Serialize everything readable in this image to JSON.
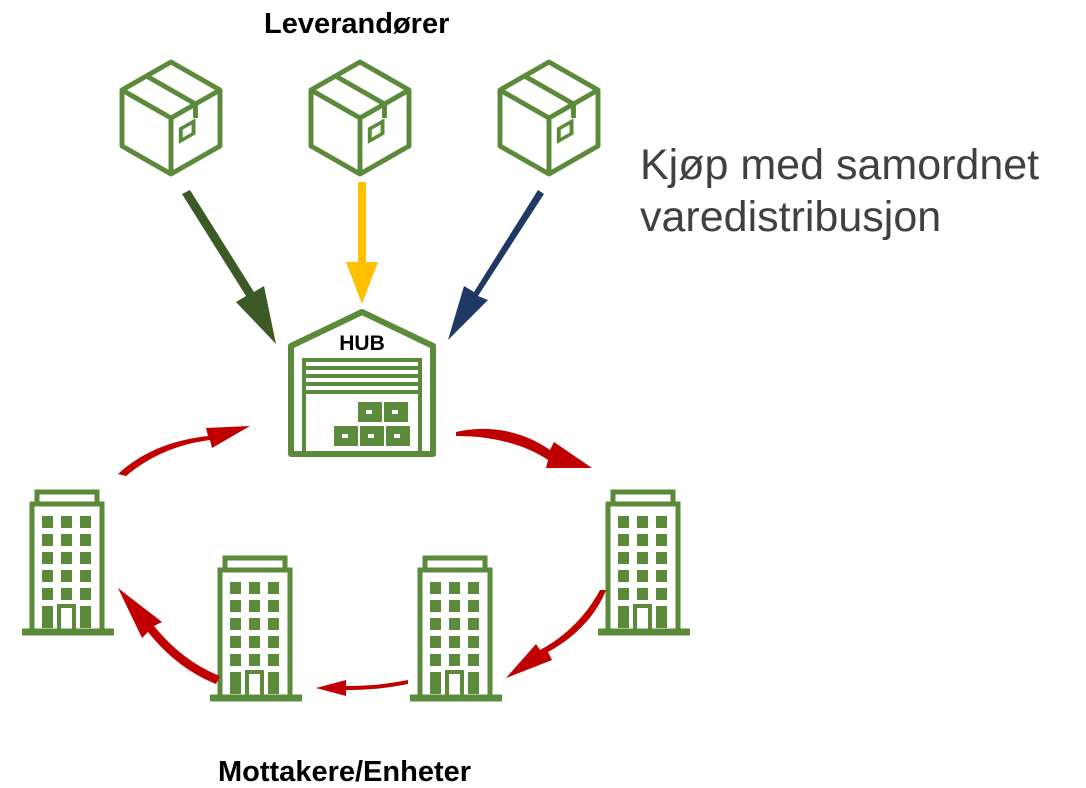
{
  "supplier_label": "Leverandører",
  "receiver_label": "Mottakere/Enheter",
  "title_line1": "Kjøp med samordnet",
  "title_line2": "varedistribusjon",
  "hub_label": "HUB",
  "colors": {
    "icon_green": "#5a8a3a",
    "arrow_dark_green": "#3d5a26",
    "arrow_yellow": "#ffc000",
    "arrow_navy": "#203864",
    "arrow_red": "#c00000",
    "text": "#404040"
  },
  "icons": {
    "suppliers": [
      "box-icon",
      "box-icon",
      "box-icon"
    ],
    "hub": "warehouse-icon",
    "receivers": [
      "office-building-icon",
      "office-building-icon",
      "office-building-icon",
      "office-building-icon"
    ]
  }
}
